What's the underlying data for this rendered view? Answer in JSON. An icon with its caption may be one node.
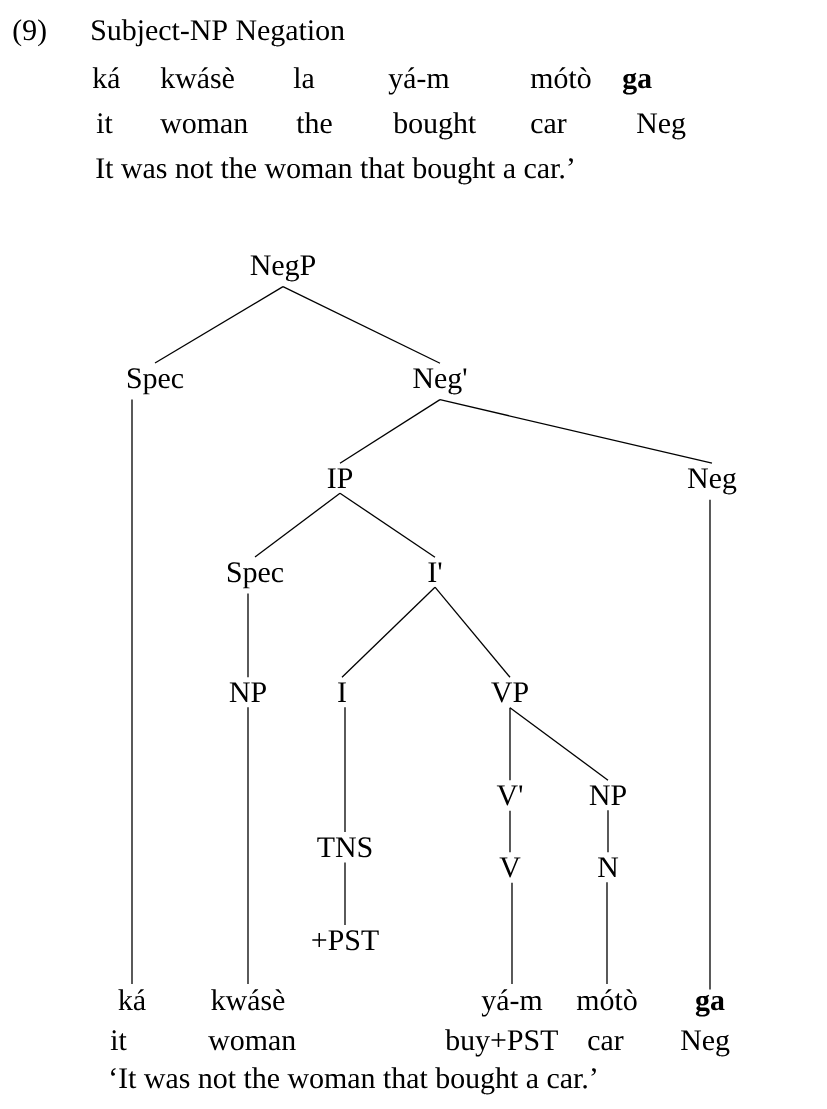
{
  "diagram": {
    "title": "Subject-NP Negation",
    "nodes": [
      {
        "text": [
          "NegP"
        ]
      },
      {
        "text": [
          "Spec"
        ]
      },
      {
        "text": [
          "Neg'"
        ]
      },
      {
        "text": [
          "IP"
        ]
      },
      {
        "text": [
          "Neg"
        ]
      },
      {
        "text": [
          "Spec"
        ]
      },
      {
        "text": [
          "I'"
        ]
      },
      {
        "text": [
          "NP"
        ]
      },
      {
        "text": [
          "I"
        ]
      },
      {
        "text": [
          "VP"
        ]
      },
      {
        "text": [
          "V'"
        ]
      },
      {
        "text": [
          "NP"
        ]
      },
      {
        "text": [
          "TNS"
        ]
      },
      {
        "text": [
          "V"
        ]
      },
      {
        "text": [
          "N"
        ]
      },
      {
        "text": [
          "+PST"
        ]
      },
      {
        "text": [
          "ká"
        ]
      },
      {
        "text": [
          "kwásè"
        ]
      },
      {
        "text": [
          "yá-m"
        ]
      },
      {
        "text": [
          "mótò"
        ]
      },
      {
        "text": [
          "ga"
        ]
      }
    ],
    "edges": [
      {
        "from": 0,
        "to": 1,
        "arrow": "none"
      },
      {
        "from": 0,
        "to": 2,
        "arrow": "none"
      },
      {
        "from": 2,
        "to": 3,
        "arrow": "none"
      },
      {
        "from": 2,
        "to": 4,
        "arrow": "none"
      },
      {
        "from": 3,
        "to": 5,
        "arrow": "none"
      },
      {
        "from": 3,
        "to": 6,
        "arrow": "none"
      },
      {
        "from": 5,
        "to": 7,
        "arrow": "none"
      },
      {
        "from": 6,
        "to": 8,
        "arrow": "none"
      },
      {
        "from": 6,
        "to": 9,
        "arrow": "none"
      },
      {
        "from": 9,
        "to": 10,
        "arrow": "none"
      },
      {
        "from": 9,
        "to": 11,
        "arrow": "none"
      },
      {
        "from": 8,
        "to": 12,
        "arrow": "none"
      },
      {
        "from": 12,
        "to": 15,
        "arrow": "none"
      },
      {
        "from": 10,
        "to": 13,
        "arrow": "none"
      },
      {
        "from": 11,
        "to": 14,
        "arrow": "none"
      },
      {
        "from": 1,
        "to": 16,
        "arrow": "none"
      },
      {
        "from": 7,
        "to": 17,
        "arrow": "none"
      },
      {
        "from": 13,
        "to": 18,
        "arrow": "none"
      },
      {
        "from": 14,
        "to": 19,
        "arrow": "none"
      },
      {
        "from": 4,
        "to": 20,
        "arrow": "none"
      }
    ],
    "labels": [
      "(9)",
      "ká",
      "kwásè",
      "la",
      "yá-m",
      "mótò",
      "ga",
      "it",
      "woman",
      "the",
      "bought",
      "car",
      "Neg",
      "It was not the woman that bought a car.’",
      "it",
      "woman",
      "buy+PST",
      "car",
      "Neg",
      "‘It was not the woman that bought a car.’"
    ]
  }
}
